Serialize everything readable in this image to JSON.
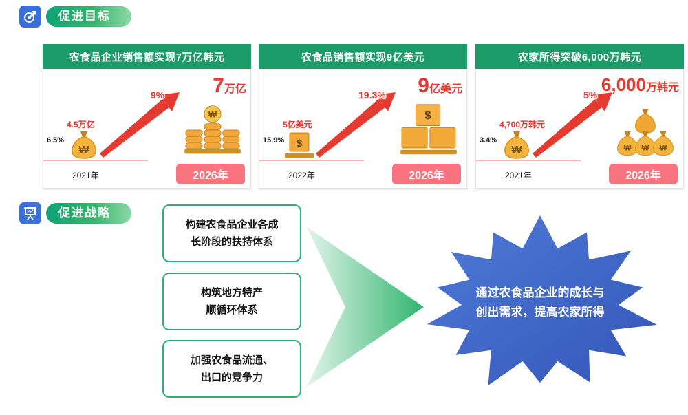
{
  "colors": {
    "card_header_green": "#1a9b67",
    "pill_gradient_start": "#0fa378",
    "pill_gradient_end": "#8ed9a8",
    "badge_icon_blue": "#3b70d9",
    "arrow_red": "#e53a30",
    "year_badge_pink": "#f9737f",
    "strategy_border_green": "#27b376",
    "funnel_green": "#2fb56d",
    "starburst_blue": "#3f68c9",
    "money_gold": "#f3a93a"
  },
  "sections": {
    "goals": {
      "label": "促进目标"
    },
    "strategy": {
      "label": "促进战略"
    }
  },
  "cards": [
    {
      "title": "农食品企业销售额实现7万亿韩元",
      "base_rate": "6.5%",
      "base_value": "4.5万亿",
      "growth_rate": "9%",
      "target_num": "7",
      "target_unit": "万亿",
      "base_year": "2021年",
      "target_year": "2026年",
      "currency": "₩"
    },
    {
      "title": "农食品销售额实现9亿美元",
      "base_rate": "15.9%",
      "base_value": "5亿美元",
      "growth_rate": "19.3%",
      "target_num": "9",
      "target_unit": "亿美元",
      "base_year": "2022年",
      "target_year": "2026年",
      "currency": "$"
    },
    {
      "title": "农家所得突破6,000万韩元",
      "base_rate": "3.4%",
      "base_value": "4,700万韩元",
      "growth_rate": "5%",
      "target_num": "6,000",
      "target_unit": "万韩元",
      "base_year": "2021年",
      "target_year": "2026年",
      "currency": "₩"
    }
  ],
  "strategy_boxes": [
    {
      "text": "构建农食品企业各成\n长阶段的扶持体系"
    },
    {
      "text": "构筑地方特产\n顺循环体系"
    },
    {
      "text": "加强农食品流通、\n出口的竞争力"
    }
  ],
  "outcome": {
    "text": "通过农食品企业的成长与\n创出需求，提高农家所得"
  }
}
